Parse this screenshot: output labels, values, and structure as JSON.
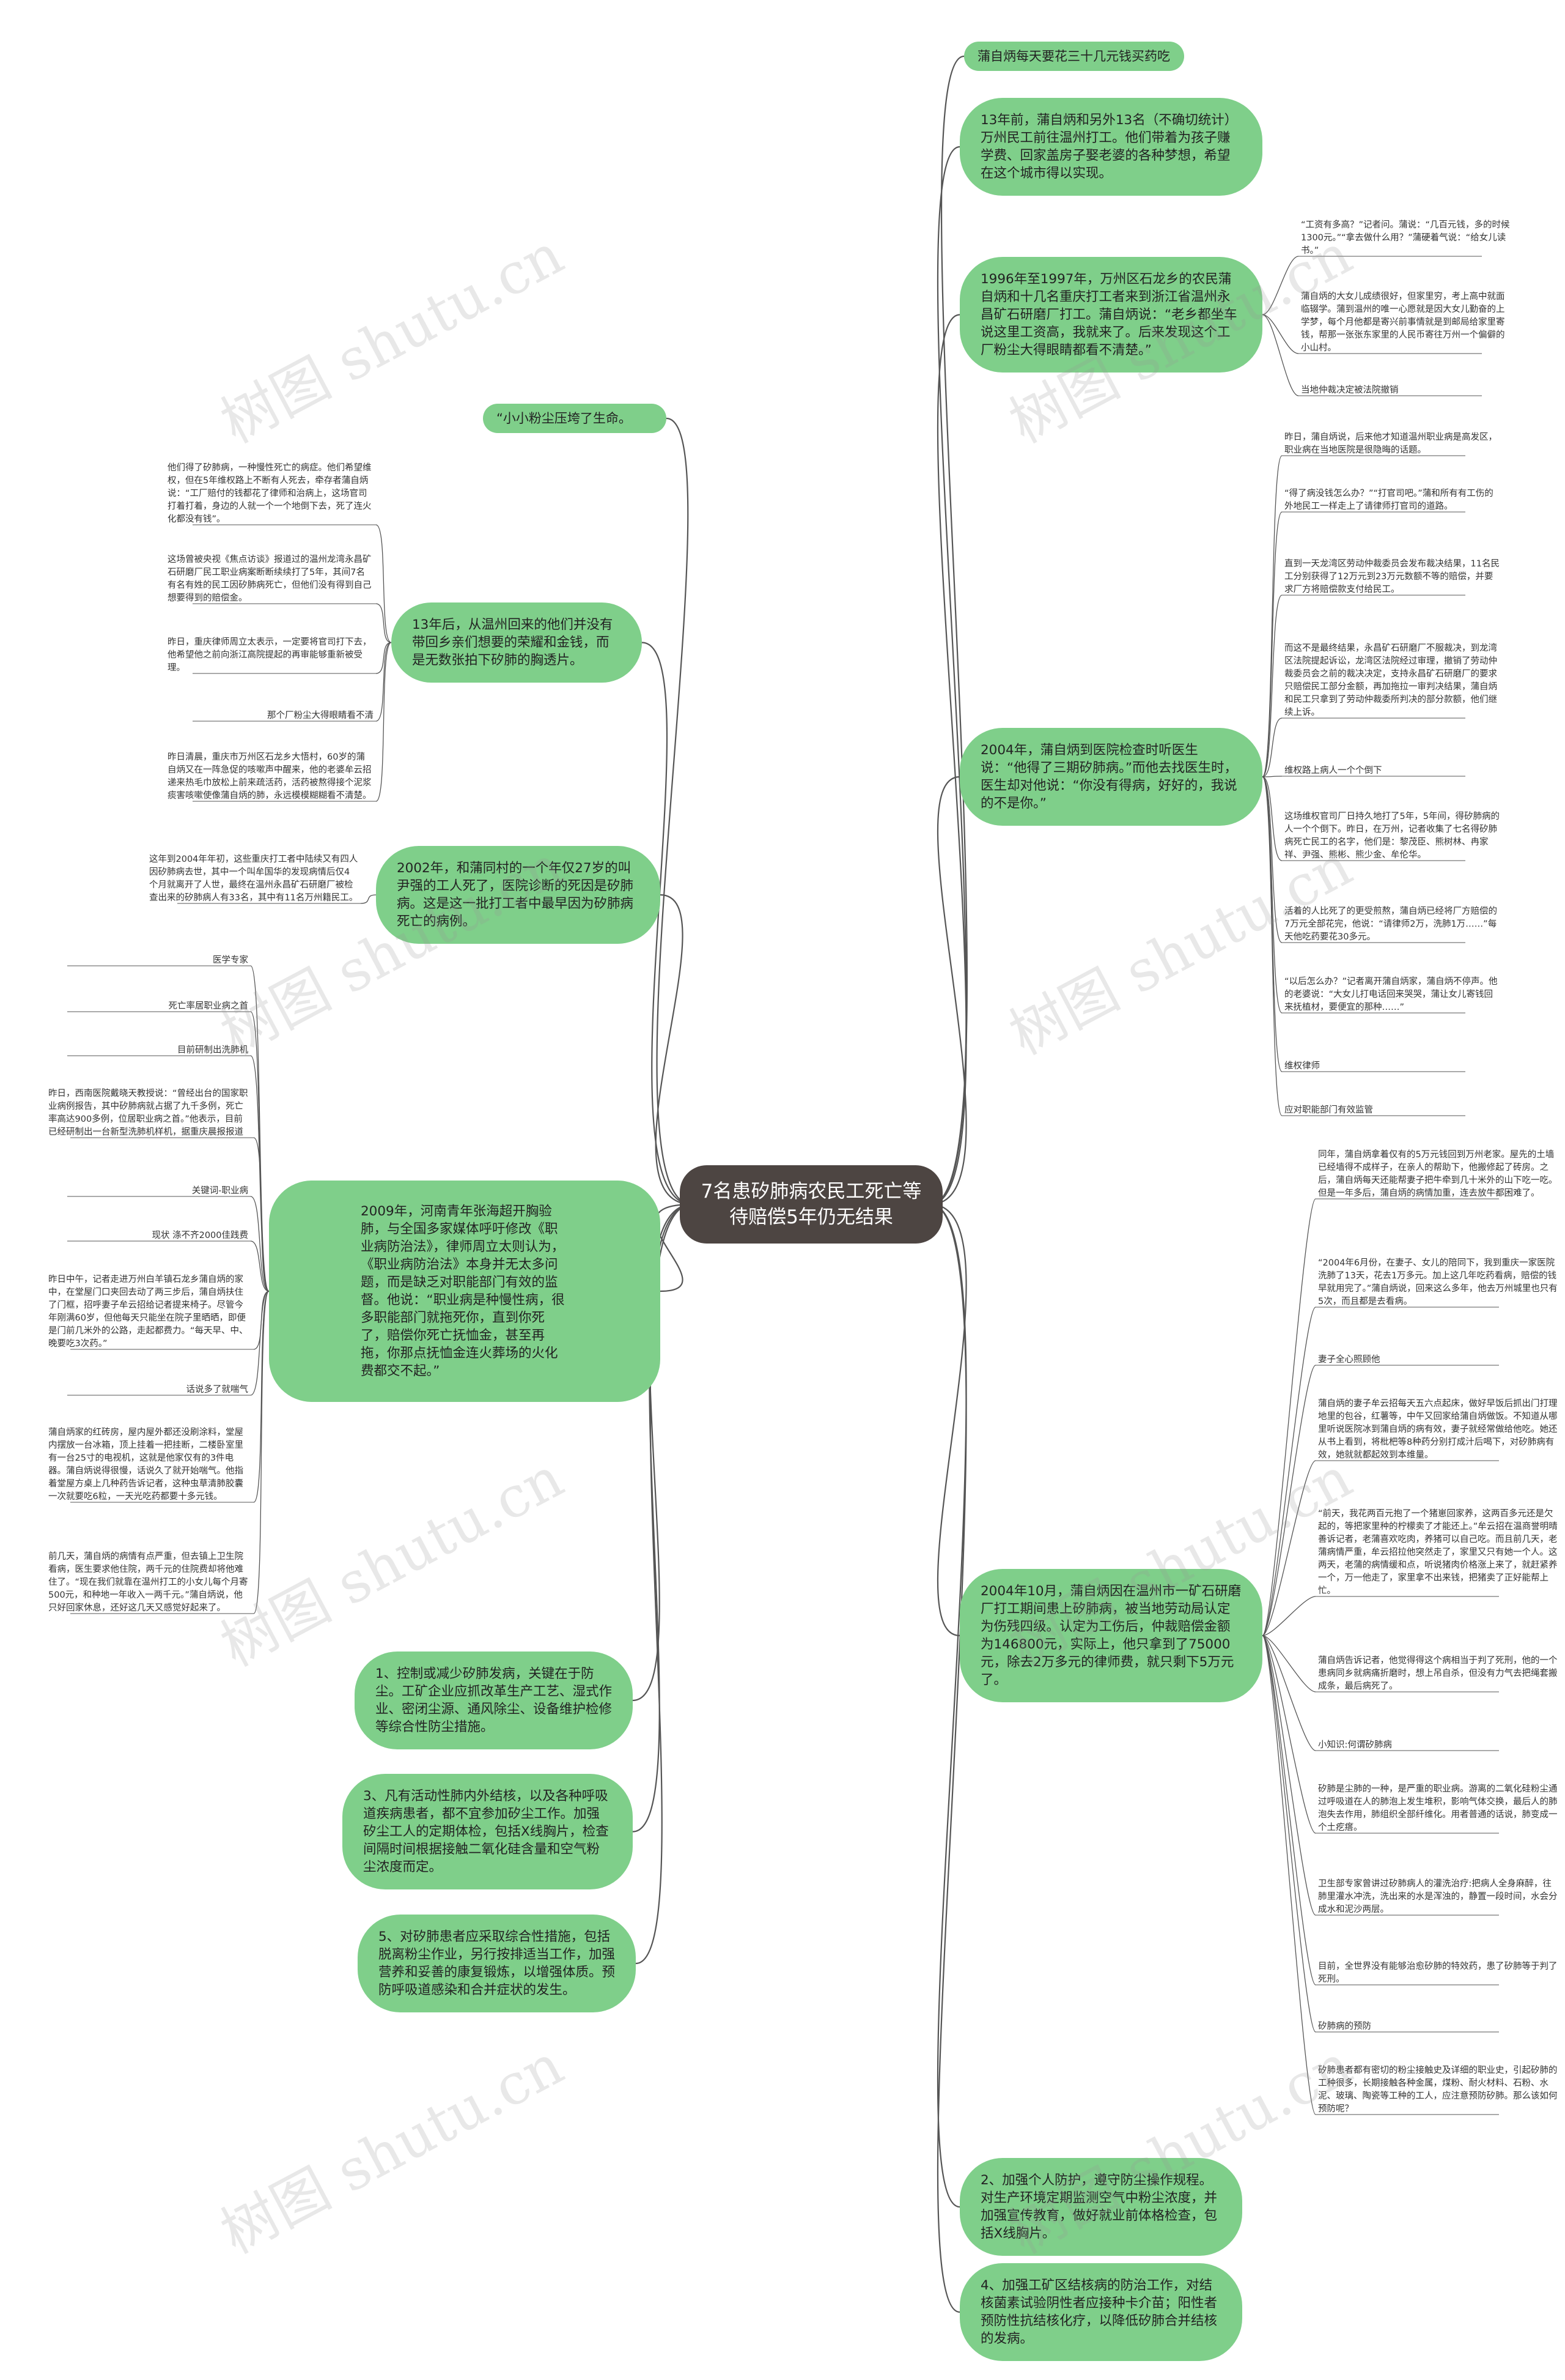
{
  "center": "7名患矽肺病农民工死亡等待赔偿5年仍无结果",
  "watermark": "树图 shutu.cn",
  "colors": {
    "bubble": "#7fcf8a",
    "center": "#4d4542",
    "line": "#555555"
  },
  "right": {
    "n1": "蒲自炳每天要花三十几元钱买药吃",
    "n2": "13年前，蒲自炳和另外13名（不确切统计）万州民工前往温州打工。他们带着为孩子赚学费、回家盖房子娶老婆的各种梦想，希望在这个城市得以实现。",
    "n3": "1996年至1997年，万州区石龙乡的农民蒲自炳和十几名重庆打工者来到浙江省温州永昌矿石研磨厂打工。蒲自炳说：“老乡都坐车说这里工资高，我就来了。后来发现这个工厂粉尘大得眼睛都看不清楚。”",
    "n3_leaves": [
      "“工资有多高？”记者问。蒲说：“几百元钱，多的时候1300元。”“拿去做什么用？”蒲硬着气说：“给女儿读书。”",
      "蒲自炳的大女儿成绩很好，但家里穷，考上高中就面临辍学。蒲到温州的唯一心愿就是因大女儿勤奋的上学梦，每个月他都是寄兴前事情就是到邮局给家里寄钱，帮那一张张东家里的人民币寄往万州一个偏僻的小山村。",
      "当地仲裁决定被法院撤销"
    ],
    "n4": "2004年，蒲自炳到医院检查时听医生说：“他得了三期矽肺病。”而他去找医生时，医生却对他说：“你没有得病，好好的，我说的不是你。”",
    "n4_leaves": [
      "昨日，蒲自炳说，后来他才知道温州职业病是高发区，职业病在当地医院是很隐晦的话题。",
      "“得了病没钱怎么办？”“打官司吧。”蒲和所有有工伤的外地民工一样走上了请律师打官司的道路。",
      "直到一天龙湾区劳动仲裁委员会发布裁决结果，11名民工分别获得了12万元到23万元数额不等的赔偿，并要求厂方将赔偿款支付给民工。",
      "而这不是最终结果，永昌矿石研磨厂不服裁决，到龙湾区法院提起诉讼，龙湾区法院经过审理，撤销了劳动仲裁委员会之前的裁决决定，支持永昌矿石研磨厂的要求只赔偿民工部分金额，再加拖拉一审判决结果，蒲自炳和民工只拿到了劳动仲裁委所判决的部分款额，他们继续上诉。",
      "维权路上病人一个个倒下",
      "这场维权官司厂日持久地打了5年，5年间，得矽肺病的人一个个倒下。昨日，在万州，记者收集了七名得矽肺病死亡民工的名字，他们是：黎茂臣、熊树林、冉家祥、尹强、熊彬、熊少金、牟伦华。",
      "活着的人比死了的更受煎熬，蒲自炳已经将厂方赔偿的7万元全部花完，他说：“请律师2万，洗肺1万……”每天他吃药要花30多元。",
      "“以后怎么办？”记者离开蒲自炳家，蒲自炳不停声。他的老婆说：“大女儿打电话回来哭哭，蒲让女儿寄钱回来抚植材，要便宜的那种……”",
      "维权律师",
      "应对职能部门有效监管"
    ],
    "n5": "2004年10月，蒲自炳因在温州市一矿石研磨厂打工期间患上矽肺病，被当地劳动局认定为伤残四级。认定为工伤后，仲裁赔偿金额为146800元，实际上，他只拿到了75000元，除去2万多元的律师费，就只剩下5万元了。",
    "n5_leaves": [
      "同年，蒲自炳拿着仅有的5万元钱回到万州老家。屋先的土墙已经墙得不成样子，在亲人的帮助下，他搬修起了砖房。之后，蒲自炳每天还能帮妻子把牛牵到几十米外的山下吃一吃。但是一年多后，蒲自炳的病情加重，连去放牛都困难了。",
      "“2004年6月份，在妻子、女儿的陪同下，我到重庆一家医院洗肺了13天，花去1万多元。加上这几年吃药看病，赔偿的钱早就用完了。”蒲自炳说，回来这么多年，他去万州城里也只有5次，而且都是去看病。",
      "妻子全心照顾他",
      "蒲自炳的妻子牟云招每天五六点起床，做好早饭后抓出门打理地里的包谷，红薯等，中午又回家给蒲自炳做饭。不知道从哪里听说医院冰到蒲自炳的病有效，妻子就经常做给他吃。她还从书上看到，将枇杷等8种药分别打成汁后喝下，对矽肺病有效，她就就都起效到本维量。",
      "“前天，我花两百元抱了一个猪崽回家养，这两百多元还是欠起的，等把家里种的柠檬卖了才能还上。”牟云招在温商誉明晴善诉记者，老蒲喜欢吃肉，养猪可以自己吃。而且前几天，老蒲病情严重，牟云招拉他突然走了，家里又只有她一个人。这两天，老蒲的病情缓和点，听说猪肉价格涨上来了，就赶紧养一个，万一他走了，家里拿不出来钱，把猪卖了正好能帮上忙。",
      "蒲自炳告诉记者，他觉得得这个病相当于判了死刑，他的一个患病同乡就病痛折磨时，想上吊自杀，但没有力气去把绳套搬成条，最后病死了。",
      "小知识:何谓矽肺病",
      "矽肺是尘肺的一种，是严重的职业病。游离的二氧化硅粉尘通过呼吸道在人的肺泡上发生堆积，影响气体交换，最后人的肺泡失去作用，肺组织全部纤维化。用者普通的话说，肺变成一个土疙瘩。",
      "卫生部专家曾讲过矽肺病人的灌洗治疗:把病人全身麻醉，往肺里灌水冲洗，洗出来的水是浑浊的，静置一段时间，水会分成水和泥沙两层。",
      "目前，全世界没有能够治愈矽肺的特效药，患了矽肺等于判了死刑。",
      "矽肺病的预防",
      "矽肺患者都有密切的粉尘接触史及详细的职业史，引起矽肺的工种很多，长期接触各种金属，煤粉、耐火材料、石粉、水泥、玻璃、陶瓷等工种的工人，应注意预防矽肺。那么该如何预防呢？"
    ],
    "n6": "2、加强个人防护，遵守防尘操作规程。对生产环境定期监测空气中粉尘浓度，并加强宣传教育，做好就业前体格检查，包括X线胸片。",
    "n7": "4、加强工矿区结核病的防治工作，对结核菌素试验阴性者应接种卡介苗；阳性者预防性抗结核化疗，以降低矽肺合并结核的发病。"
  },
  "left": {
    "l1": "“小小粉尘压垮了生命。",
    "l2": "13年后，从温州回来的他们并没有带回乡亲们想要的荣耀和金钱，而是无数张拍下矽肺的胸透片。",
    "l2_leaves": [
      "他们得了矽肺病，一种慢性死亡的病症。他们希望维权，但在5年维权路上不断有人死去，牵存者蒲自炳说：“工厂赔付的钱都花了律师和治病上，这场官司打着打着，身边的人就一个一个地倒下去，死了连火化都没有钱”。",
      "这场曾被央视《焦点访谈》报道过的温州龙湾永昌矿石研磨厂民工职业病案断断续续打了5年，其间7名有名有姓的民工因矽肺病死亡，但他们没有得到自己想要得到的赔偿金。",
      "昨日，重庆律师周立太表示，一定要将官司打下去，他希望他之前向浙江高院提起的再审能够重新被受理。",
      "那个厂粉尘大得眼睛看不清",
      "昨日清晨，重庆市万州区石龙乡大悟村，60岁的蒲自炳又在一阵急促的咳嗽声中醒来，他的老婆牟云招递来热毛巾放松上前来疏活药，活药被熬得接个泥浆痰害咳嗽使像蒲自炳的肺，永远模模糊糊看不清楚。"
    ],
    "l3": "2002年，和蒲同村的一个年仅27岁的叫尹强的工人死了，医院诊断的死因是矽肺病。这是这一批打工者中最早因为矽肺病死亡的病例。",
    "l3_leaves": [
      "这年到2004年年初，这些重庆打工者中陆续又有四人因矽肺病去世，其中一个叫牟国华的发现病情后仅4个月就离开了人世，最终在温州永昌矿石研磨厂被检查出来的矽肺病人有33名，其中有11名万州籍民工。"
    ],
    "l4": "2009年，河南青年张海超开胸验肺，与全国多家媒体呼吁修改《职业病防治法》，律师周立太则认为，《职业病防治法》本身并无太多问题，而是缺乏对职能部门有效的监督。他说：“职业病是种慢性病，很多职能部门就拖死你，直到你死了，赔偿你死亡抚恤金，甚至再拖，你那点抚恤金连火葬场的火化费都交不起。”",
    "l4_leaves": [
      "医学专家",
      "死亡率居职业病之首",
      "目前研制出洗肺机",
      "昨日，西南医院戴晓天教授说：“曾经出台的国家职业病例报告，其中矽肺病就占据了九千多例，死亡率高达900多例，位居职业病之首。”他表示，目前已经研制出一台新型洗肺机样机，据重庆晨报报道",
      "关键词-职业病",
      "现状 涤不齐2000佳践费",
      "昨日中午，记者走进万州白羊镇石龙乡蒲自炳的家中，在堂屋门口夹回去动了两三步后，蒲自炳扶住了门框，招呼妻子牟云招给记者提来椅子。尽管今年刚满60岁，但他每天只能坐在院子里晒晒，即便是门前几米外的公路，走起都费力。“每天早、中、晚要吃3次药。”",
      "话说多了就喘气",
      "蒲自炳家的红砖房，屋内屋外都还没刷涂料，堂屋内摆放一台冰箱，顶上挂着一把挂断，二楼卧室里有一台25寸的电视机，这就是他家仅有的3件电器。蒲自炳说得很慢，话说久了就开始喘气。他指着堂屋方桌上几种药告诉记者，这种虫草清肺胶囊一次就要吃6粒，一天光吃药都要十多元钱。",
      "前几天，蒲自炳的病情有点严重，但去镇上卫生院看病，医生要求他住院，两千元的住院费却将他难住了。“现在我们就靠在温州打工的小女儿每个月寄500元，和种地一年收入一两千元。”蒲自炳说，他只好回家休息，还好这几天又感觉好起来了。"
    ],
    "l5": "1、控制或减少矽肺发病，关键在于防尘。工矿企业应抓改革生产工艺、湿式作业、密闭尘源、通风除尘、设备维护检修等综合性防尘措施。",
    "l6": "3、凡有活动性肺内外结核，以及各种呼吸道疾病患者，都不宜参加矽尘工作。加强矽尘工人的定期体检，包括X线胸片，检查间隔时间根据接触二氧化硅含量和空气粉尘浓度而定。",
    "l7": "5、对矽肺患者应采取综合性措施，包括脱离粉尘作业，另行按排适当工作，加强营养和妥善的康复锻炼，以增强体质。预防呼吸道感染和合并症状的发生。"
  }
}
